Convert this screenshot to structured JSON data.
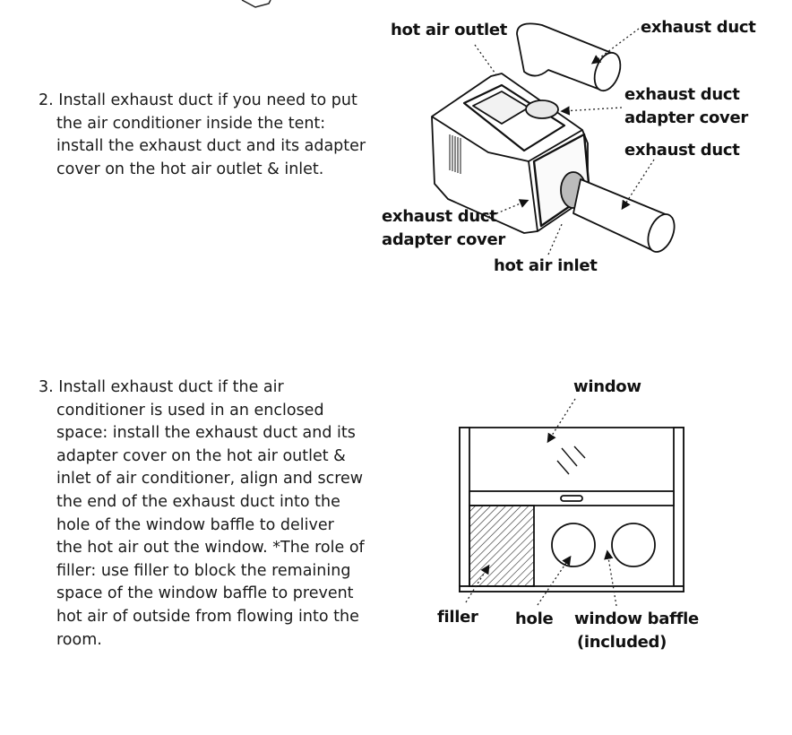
{
  "steps": [
    {
      "number": "2.",
      "lines": [
        "Install exhaust duct if you need to put",
        "the air conditioner inside the tent:",
        "install the exhaust duct and its adapter",
        "cover on the hot air outlet & inlet."
      ]
    },
    {
      "number": "3.",
      "lines": [
        "Install exhaust duct if the air",
        "conditioner is used in an enclosed",
        "space: install the exhaust duct and its",
        "adapter cover on the hot air outlet &",
        "inlet of air conditioner, align and screw",
        "the end of the exhaust duct into the",
        "hole of the window baffle to deliver",
        "the hot air out the window. *The role of",
        "filler: use filler to block the remaining",
        "space of the window baffle to prevent",
        "hot air of outside from flowing into the",
        "room."
      ]
    }
  ],
  "diagram1": {
    "hot_air_outlet": "hot air outlet",
    "exhaust_duct_top": "exhaust duct",
    "adapter_cover_right_1": "exhaust duct",
    "adapter_cover_right_2": "adapter cover",
    "exhaust_duct_right": "exhaust duct",
    "adapter_cover_left_1": "exhaust duct",
    "adapter_cover_left_2": "adapter cover",
    "hot_air_inlet": "hot air inlet"
  },
  "diagram2": {
    "window": "window",
    "filler": "filler",
    "hole": "hole",
    "baffle_1": "window baffle",
    "baffle_2": "(included)"
  }
}
